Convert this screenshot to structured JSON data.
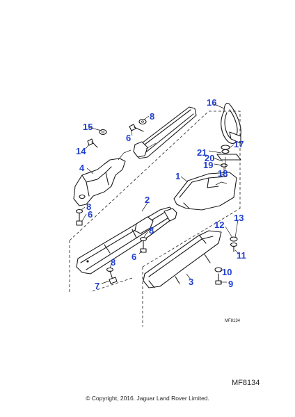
{
  "diagram": {
    "callouts": {
      "c1": "1",
      "c2": "2",
      "c3": "3",
      "c4": "4",
      "c6a": "6",
      "c6b": "6",
      "c6c": "6",
      "c7": "7",
      "c8a": "8",
      "c8b": "8",
      "c8c": "8",
      "c8d": "8",
      "c9": "9",
      "c10": "10",
      "c11": "11",
      "c12": "12",
      "c13": "13",
      "c14": "14",
      "c15": "15",
      "c16": "16",
      "c17": "17",
      "c18": "18",
      "c19": "19",
      "c20": "20",
      "c21": "21"
    },
    "inner_code": "MF8134"
  },
  "footer": {
    "ref_code": "MF8134",
    "copyright": "© Copyright, 2016. Jaguar Land Rover Limited."
  }
}
